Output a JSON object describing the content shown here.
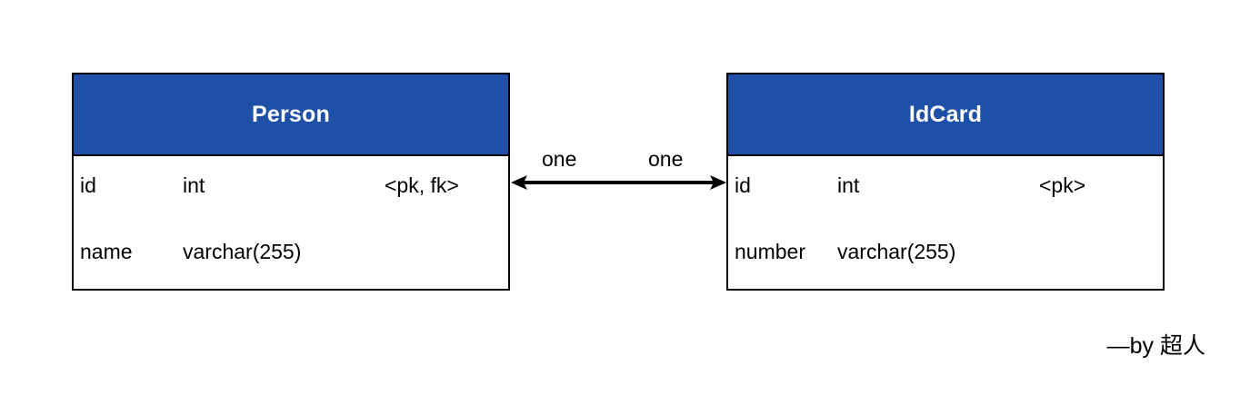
{
  "diagram": {
    "type": "entity-relationship-diagram",
    "colors": {
      "header_background": "#1f50a8",
      "header_text": "#ffffff",
      "border": "#000000",
      "body_background": "#ffffff",
      "text": "#000000"
    },
    "entities": [
      {
        "name": "Person",
        "fields": [
          {
            "name": "id",
            "type": "int",
            "key": "<pk, fk>"
          },
          {
            "name": "name",
            "type": "varchar(255)",
            "key": ""
          }
        ]
      },
      {
        "name": "IdCard",
        "fields": [
          {
            "name": "id",
            "type": "int",
            "key": "<pk>"
          },
          {
            "name": "number",
            "type": "varchar(255)",
            "key": ""
          }
        ]
      }
    ],
    "relationship": {
      "from": "Person",
      "to": "IdCard",
      "left_cardinality": "one",
      "right_cardinality": "one",
      "arrow": "double-headed"
    },
    "signature": "—by 超人"
  }
}
